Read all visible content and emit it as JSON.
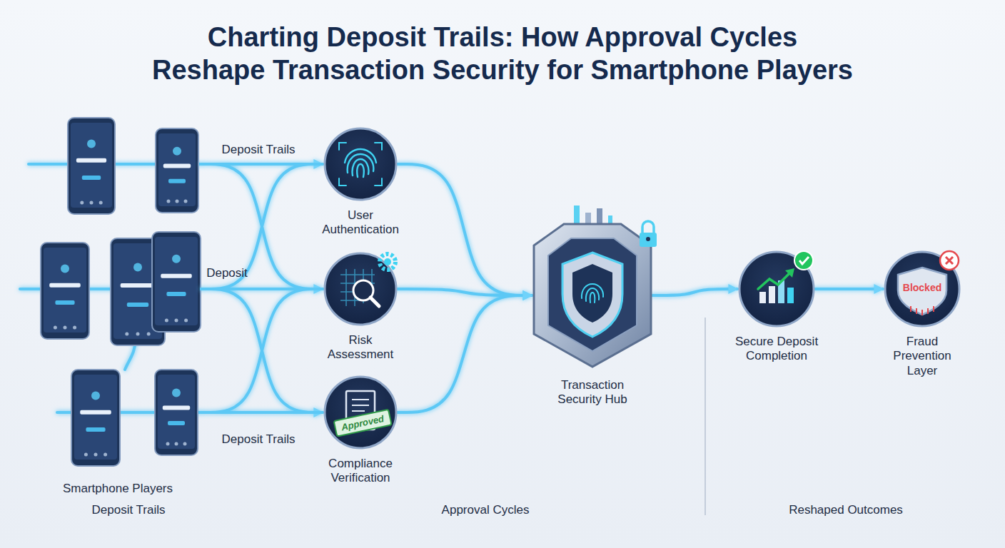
{
  "diagram": {
    "title": "Charting Deposit Trails: How Approval Cycles Reshape Transaction Security for Smartphone Players",
    "nodes": [
      {
        "text": [
          "Smartphone Players"
        ]
      },
      {
        "text": [
          "User Authentication"
        ]
      },
      {
        "text": [
          "Risk Assessment"
        ]
      },
      {
        "text": [
          "Compliance Verification"
        ]
      },
      {
        "text": [
          "Transaction Security Hub"
        ]
      },
      {
        "text": [
          "Secure Deposit Completion"
        ]
      },
      {
        "text": [
          "Fraud Prevention Layer"
        ]
      }
    ],
    "edges": [
      {
        "from": 0,
        "to": 1,
        "label": "Deposit Trails",
        "arrow": "to"
      },
      {
        "from": 0,
        "to": 2,
        "label": "Deposit",
        "arrow": "to"
      },
      {
        "from": 0,
        "to": 3,
        "label": "Deposit Trails",
        "arrow": "to"
      },
      {
        "from": 0,
        "to": 2,
        "arrow": "none"
      },
      {
        "from": 0,
        "to": 1,
        "arrow": "none"
      },
      {
        "from": 0,
        "to": 3,
        "arrow": "none"
      },
      {
        "from": 0,
        "to": 2,
        "arrow": "none"
      },
      {
        "from": 1,
        "to": 4,
        "arrow": "to"
      },
      {
        "from": 2,
        "to": 4,
        "arrow": "to"
      },
      {
        "from": 3,
        "to": 4,
        "arrow": "to"
      },
      {
        "from": 4,
        "to": 5,
        "arrow": "to"
      },
      {
        "from": 5,
        "to": 6,
        "arrow": "to"
      }
    ],
    "labels": [
      "Deposit Trails",
      "Approval Cycles",
      "Reshaped Outcomes",
      "Approved",
      "Blocked"
    ]
  }
}
